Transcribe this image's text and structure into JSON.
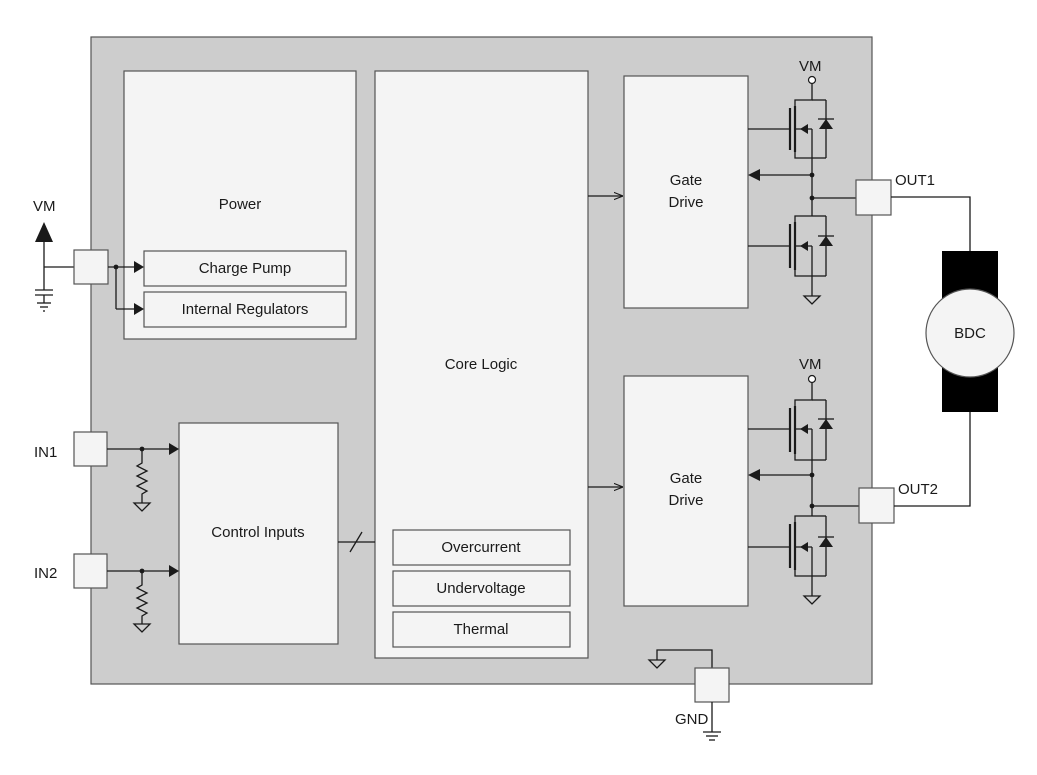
{
  "blocks": {
    "power": "Power",
    "charge_pump": "Charge Pump",
    "internal_regulators": "Internal Regulators",
    "core_logic": "Core Logic",
    "overcurrent": "Overcurrent",
    "undervoltage": "Undervoltage",
    "thermal": "Thermal",
    "control_inputs": "Control Inputs",
    "gate_drive_1": [
      "Gate",
      "Drive"
    ],
    "gate_drive_2": [
      "Gate",
      "Drive"
    ],
    "motor": "BDC"
  },
  "pins": {
    "vm": "VM",
    "in1": "IN1",
    "in2": "IN2",
    "out1": "OUT1",
    "out2": "OUT2",
    "gnd": "GND"
  },
  "supply": {
    "vm_top": "VM",
    "vm_bottom": "VM"
  },
  "colors": {
    "package": "#cdcdcd",
    "block": "#f4f4f4",
    "motor_body": "#000000",
    "line": "#1a1a1a"
  }
}
